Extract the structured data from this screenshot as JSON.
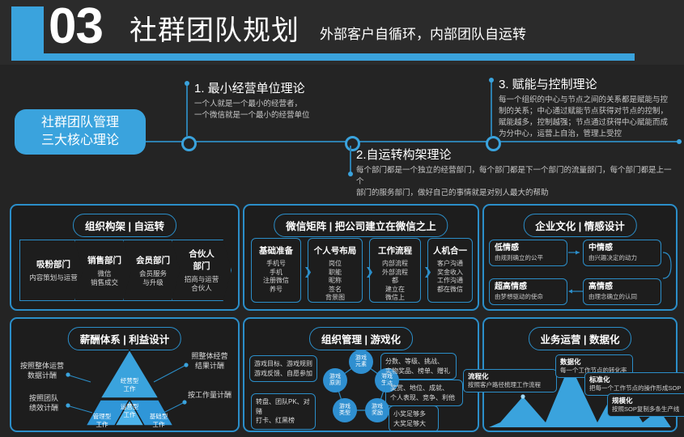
{
  "header": {
    "number": "03",
    "title": "社群团队规划",
    "subtitle": "外部客户自循环，内部团队自运转"
  },
  "core": {
    "line1": "社群团队管理",
    "line2": "三大核心理论"
  },
  "theories": [
    {
      "title": "1. 最小经营单位理论",
      "body": "一个人就是一个最小的经营者，\n一个微信就是一个最小的经营单位"
    },
    {
      "title": "2.自运转构架理论",
      "body": "每个部门都是一个独立的经营部门，每个部门都是下一个部门的流量部门，每个部门都是上一个\n部门的服务部门，做好自己的事情就是对别人最大的帮助"
    },
    {
      "title": "3. 赋能与控制理论",
      "body": "每一个组织的中心与节点之间的关系都是赋能与控\n制的关系；中心通过赋能节点获得对节点的控制，\n赋能越多，控制越强；节点通过获得中心赋能而成\n为分中心，运营上自治，管理上受控"
    }
  ],
  "panels": {
    "org_structure": {
      "title": "组织构架 | 自运转",
      "steps": [
        {
          "name": "吸粉部门",
          "desc": "内容策划与运营"
        },
        {
          "name": "销售部门",
          "desc": "微信\n销售成交"
        },
        {
          "name": "会员部门",
          "desc": "会员服务\n与升级"
        },
        {
          "name": "合伙人\n部门",
          "desc": "招商与运营\n合伙人"
        }
      ]
    },
    "wechat_matrix": {
      "title": "微信矩阵 | 把公司建立在微信之上",
      "arrow": "❯",
      "columns": [
        {
          "name": "基础准备",
          "items": "手机号\n手机\n注册微信\n养号"
        },
        {
          "name": "个人号布局",
          "items": "岗位\n职能\n昵称\n签名\n背景图"
        },
        {
          "name": "工作流程",
          "items": "内部流程\n外部流程\n都\n建立在\n微信上"
        },
        {
          "name": "人机合一",
          "items": "客户沟通\n奖金收入\n工作沟通\n都在微信"
        }
      ]
    },
    "culture": {
      "title": "企业文化 | 情感设计",
      "items": [
        {
          "name": "低情感",
          "desc": "由规则确立的公平"
        },
        {
          "name": "中情感",
          "desc": "由兴趣决定的动力"
        },
        {
          "name": "高情感",
          "desc": "由理念确立的认同"
        },
        {
          "name": "超高情感",
          "desc": "由梦想驱动的使命"
        }
      ]
    },
    "salary": {
      "title": "薪酬体系 | 利益设计",
      "tiers": [
        {
          "name": "经营型\n工作"
        },
        {
          "name": "运营型\n工作"
        },
        {
          "name": "管理型\n工作"
        },
        {
          "name": "基础型\n工作"
        }
      ],
      "labels": [
        "按照整体运营\n数据计酬",
        "按照团队\n绩效计酬",
        "照整体经营\n结果计酬",
        "按工作量计酬"
      ]
    },
    "org_management": {
      "title": "组织管理 | 游戏化",
      "nodes": [
        "游戏\n元素",
        "游戏\n生活",
        "游戏\n奖励",
        "游戏\n类型",
        "游戏\n原则"
      ],
      "notes": [
        "游戏目标、游戏规则\n游戏反馈、自愿参加",
        "转盘、团队PK、对赌\n打卡、红黑榜",
        "分数、等级、挑战、\n实物奖品、榜单、赠礼",
        "奖赏、地位、成就、\n个人表现、竞争、利他",
        "小奖足够多\n大奖足够大"
      ]
    },
    "business_ops": {
      "title": "业务运营 | 数据化",
      "items": [
        {
          "name": "流程化",
          "desc": "按照客户路径梳理工作流程"
        },
        {
          "name": "数据化",
          "desc": "每一个工作节点的转化率"
        },
        {
          "name": "标准化",
          "desc": "把每一个工作节点的操作形成SOP"
        },
        {
          "name": "规模化",
          "desc": "按照SOP复制多条生产线"
        }
      ]
    }
  },
  "colors": {
    "accent": "#3aa3dd",
    "border": "#2b8ec9",
    "background": "#242424",
    "panel": "#1d1d1d"
  }
}
